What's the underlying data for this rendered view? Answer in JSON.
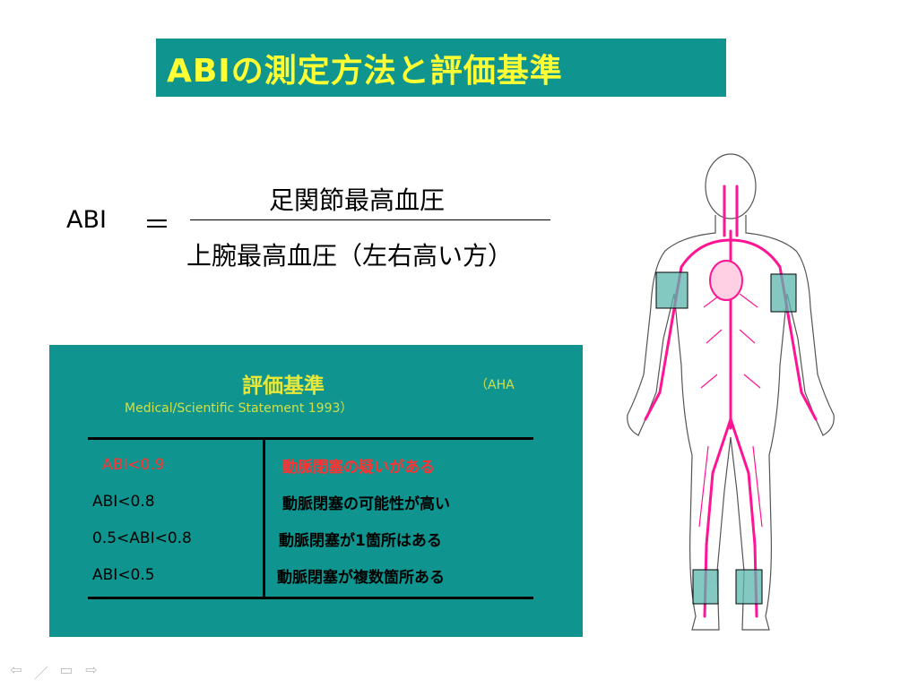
{
  "title": "ABIの測定方法と評価基準",
  "formula": {
    "lhs": "ABI",
    "equals": "＝",
    "numerator": "足関節最高血圧",
    "denominator": "上腕最高血圧（左右高い方）"
  },
  "criteria": {
    "heading": "評価基準",
    "source_line1": "（AHA",
    "source_line2": "Medical/Scientific Statement 1993）",
    "rows": [
      {
        "range": "ABI<0.9",
        "meaning": "動脈閉塞の疑いがある"
      },
      {
        "range": "ABI<0.8",
        "meaning": "動脈閉塞の可能性が高い"
      },
      {
        "range": "0.5<ABI<0.8",
        "meaning": "動脈閉塞が1箇所はある"
      },
      {
        "range": "ABI<0.5",
        "meaning": "動脈閉塞が複数箇所ある"
      }
    ]
  },
  "colors": {
    "panel": "#0f948f",
    "title_text": "#ffff33",
    "vessels": "#ff1493",
    "cuff": "#5bb5ad",
    "highlight_row": "#ff3333"
  },
  "nav": {
    "prev_icon": "arrow-left-icon",
    "pen_icon": "pen-icon",
    "menu_icon": "menu-icon",
    "next_icon": "arrow-right-icon"
  }
}
